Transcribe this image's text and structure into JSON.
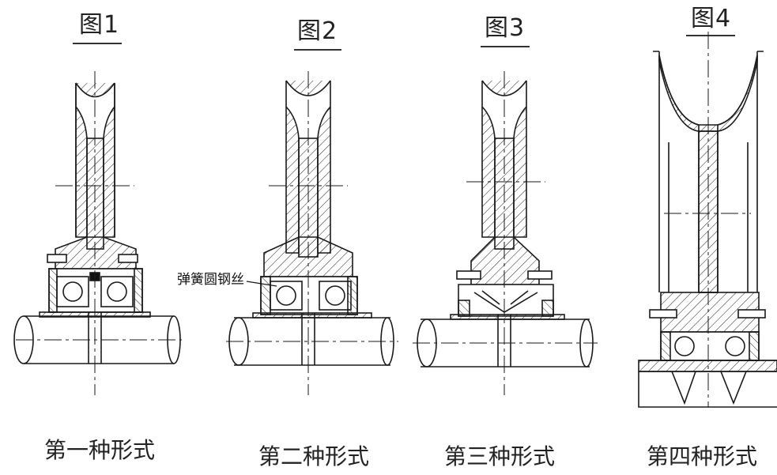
{
  "figures": [
    {
      "title": "图1",
      "caption": "第一种形式"
    },
    {
      "title": "图2",
      "caption": "第二种形式"
    },
    {
      "title": "图3",
      "caption": "第三种形式"
    },
    {
      "title": "图4",
      "caption": "第四种形式"
    }
  ],
  "annotations": {
    "spring_wire": "弹簧圆钢丝"
  }
}
